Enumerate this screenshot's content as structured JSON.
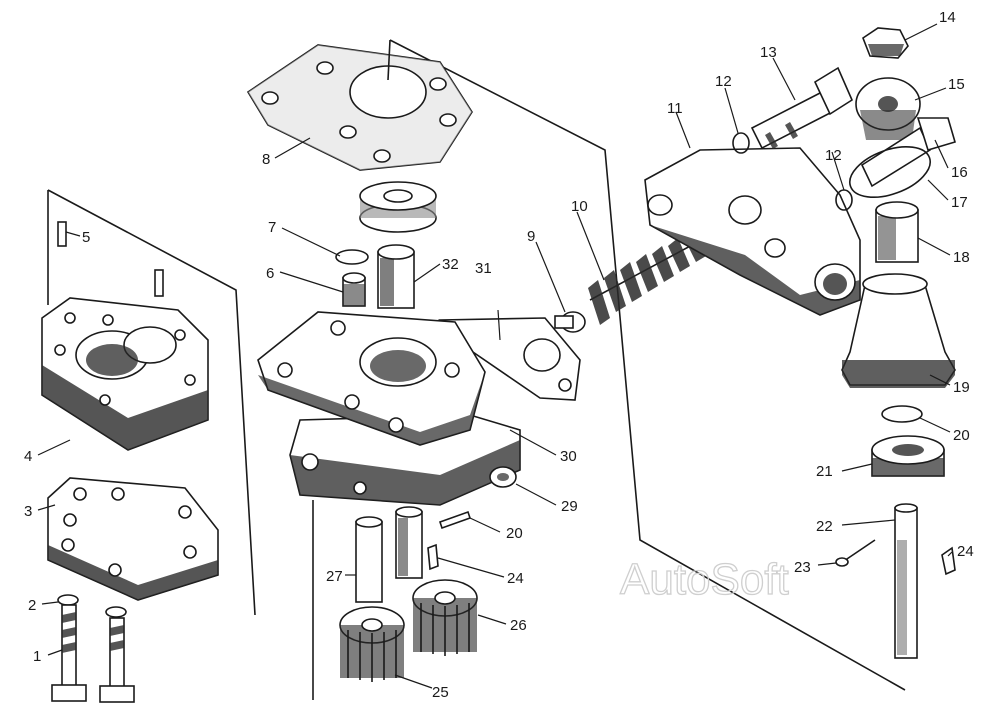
{
  "watermark": "AutoSoft",
  "labels": {
    "l1": "1",
    "l2": "2",
    "l3": "3",
    "l4": "4",
    "l5": "5",
    "l6": "6",
    "l7": "7",
    "l8": "8",
    "l9": "9",
    "l10": "10",
    "l11": "11",
    "l12a": "12",
    "l12b": "12",
    "l13": "13",
    "l14": "14",
    "l15": "15",
    "l16": "16",
    "l17": "17",
    "l18": "18",
    "l19": "19",
    "l20a": "20",
    "l20b": "20",
    "l21": "21",
    "l22": "22",
    "l23": "23",
    "l24a": "24",
    "l24b": "24",
    "l25": "25",
    "l26": "26",
    "l27": "27",
    "l29": "29",
    "l30": "30",
    "l31": "31",
    "l32": "32"
  }
}
